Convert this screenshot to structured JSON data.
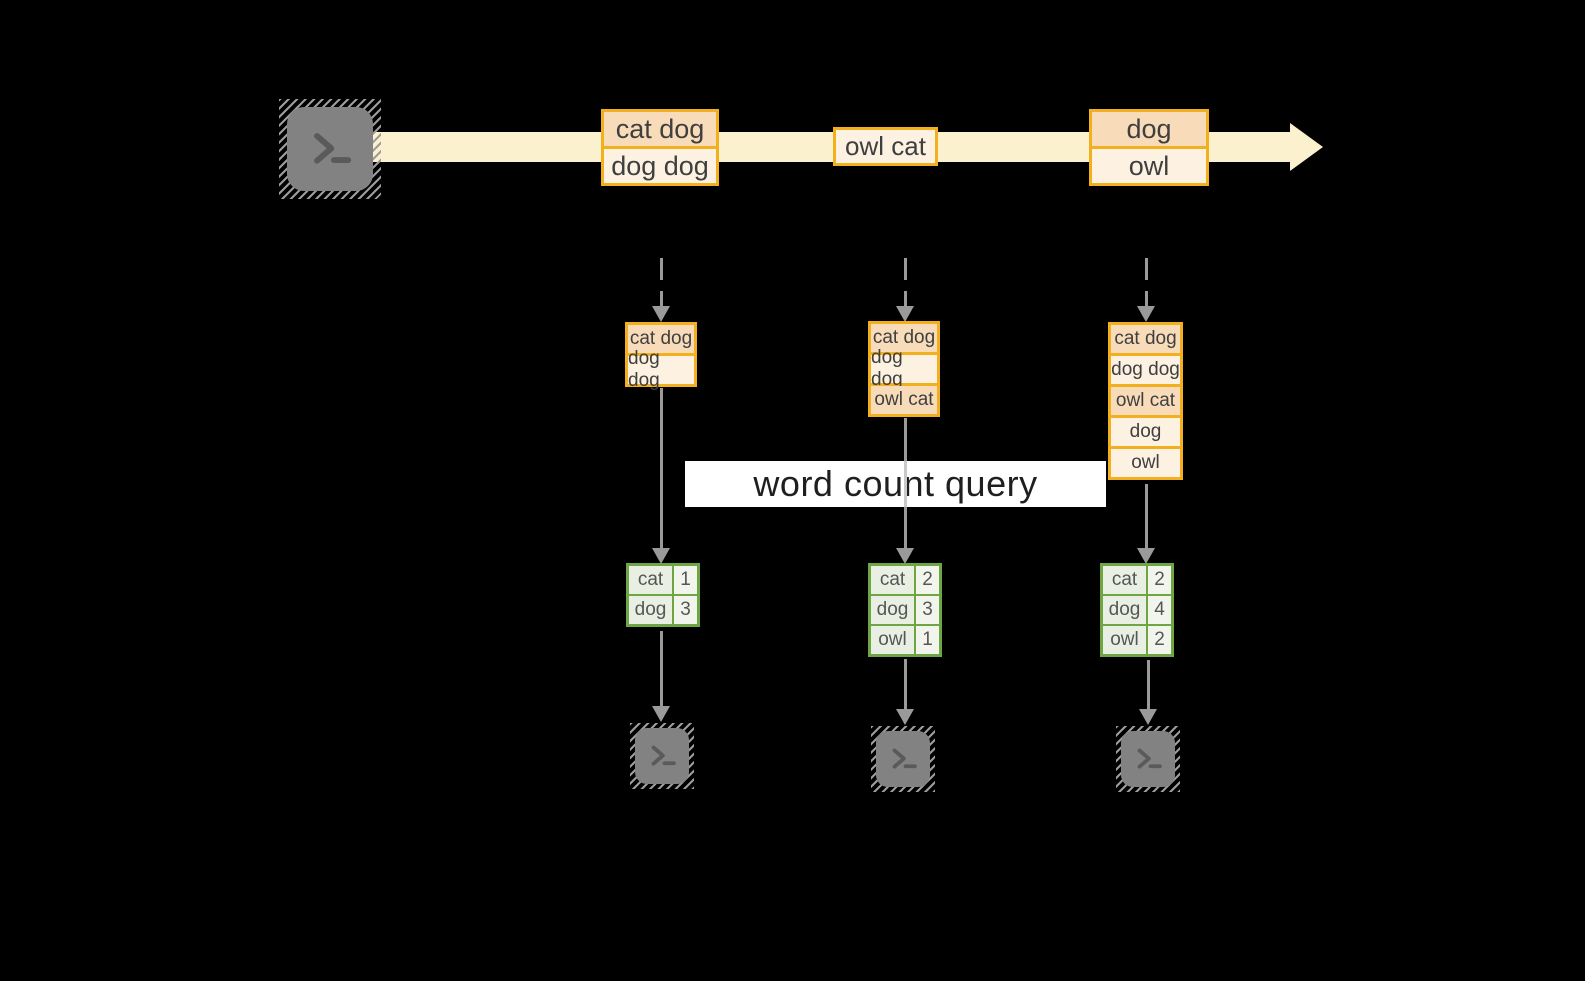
{
  "diagram": {
    "query_label": "word count query",
    "colors": {
      "background": "#000000",
      "stream_band": "#fbf1cf",
      "record_border": "#f2b01e",
      "record_fill_peach": "#f8dcba",
      "record_fill_cream": "#fdf1e1",
      "table_border": "#6fa644",
      "table_word_fill": "#e9efe3",
      "table_count_fill": "#f1f5ec",
      "arrow_gray": "#9a9a9a",
      "terminal_gray": "#828282",
      "query_band_fill": "#ffffff",
      "text_dark": "#3f3f3f"
    },
    "stream": {
      "source_icon": "terminal-icon",
      "batches": [
        {
          "cells": [
            {
              "text": "cat dog",
              "tone": "peach"
            },
            {
              "text": "dog dog",
              "tone": "cream"
            }
          ]
        },
        {
          "cells": [
            {
              "text": "owl cat",
              "tone": "cream"
            }
          ]
        },
        {
          "cells": [
            {
              "text": "dog",
              "tone": "peach"
            },
            {
              "text": "owl",
              "tone": "cream"
            }
          ]
        }
      ]
    },
    "columns": [
      {
        "state_cells": [
          {
            "text": "cat dog",
            "tone": "peach"
          },
          {
            "text": "dog dog",
            "tone": "cream"
          }
        ],
        "counts": [
          {
            "word": "cat",
            "count": "1"
          },
          {
            "word": "dog",
            "count": "3"
          }
        ],
        "sink_icon": "terminal-icon"
      },
      {
        "state_cells": [
          {
            "text": "cat dog",
            "tone": "peach"
          },
          {
            "text": "dog dog",
            "tone": "cream"
          },
          {
            "text": "owl cat",
            "tone": "peach"
          }
        ],
        "counts": [
          {
            "word": "cat",
            "count": "2"
          },
          {
            "word": "dog",
            "count": "3"
          },
          {
            "word": "owl",
            "count": "1"
          }
        ],
        "sink_icon": "terminal-icon"
      },
      {
        "state_cells": [
          {
            "text": "cat dog",
            "tone": "peach"
          },
          {
            "text": "dog dog",
            "tone": "cream"
          },
          {
            "text": "owl cat",
            "tone": "peach"
          },
          {
            "text": "dog",
            "tone": "cream"
          },
          {
            "text": "owl",
            "tone": "cream"
          }
        ],
        "counts": [
          {
            "word": "cat",
            "count": "2"
          },
          {
            "word": "dog",
            "count": "4"
          },
          {
            "word": "owl",
            "count": "2"
          }
        ],
        "sink_icon": "terminal-icon"
      }
    ]
  }
}
